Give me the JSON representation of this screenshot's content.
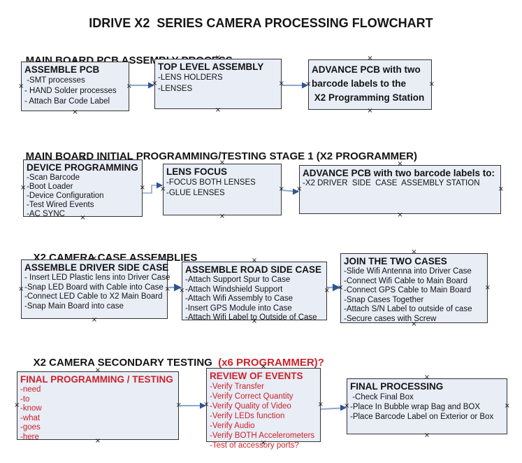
{
  "title": "IDRIVE X2  SERIES CAMERA PROCESSING FLOWCHART",
  "colors": {
    "box_fill": "#e8edf6",
    "box_border": "#333333",
    "red": "#cb2229",
    "text": "#141414",
    "line": "#8ea6ca",
    "head": "#2d5496"
  },
  "sections": [
    {
      "header": "MAIN BOARD PCB ASSEMBLY PROCESS",
      "boxes": [
        {
          "title": "ASSEMBLE PCB",
          "items": [
            " -SMT processes",
            "- HAND Solder processes",
            "- Attach Bar Code Label"
          ]
        },
        {
          "title": "TOP LEVEL ASSEMBLY",
          "items": [
            "-LENS HOLDERS",
            "-LENSES"
          ]
        },
        {
          "title": "",
          "items": [
            "ADVANCE PCB with two",
            "barcode labels to the",
            " X2 Programming Station"
          ]
        }
      ]
    },
    {
      "header": "MAIN BOARD INITIAL PROGRAMMING/TESTING STAGE 1 (X2 PROGRAMMER)",
      "boxes": [
        {
          "title": "DEVICE PROGRAMMING",
          "items": [
            "-Scan Barcode",
            "-Boot Loader",
            "-Device Configuration",
            "-Test Wired Events",
            "-AC SYNC"
          ]
        },
        {
          "title": "LENS FOCUS",
          "items": [
            "-FOCUS BOTH LENSES",
            "-GLUE LENSES"
          ]
        },
        {
          "title": "ADVANCE PCB with two barcode labels to:",
          "items": [
            "-X2 DRIVER  SIDE  CASE  ASSEMBLY STATION"
          ]
        }
      ]
    },
    {
      "header": "X2 CAMERA CASE ASSEMBLIES",
      "boxes": [
        {
          "title": "ASSEMBLE DRIVER SIDE CASE",
          "items": [
            "- Insert LED Plastic lens into Driver Case",
            "-Snap LED Board with Cable into Case",
            "-Connect LED Cable to X2 Main Board",
            "-Snap Main Board into case"
          ]
        },
        {
          "title": "ASSEMBLE ROAD SIDE CASE",
          "items": [
            "-Attach Support Spur to Case",
            "-Attach Windshield Support",
            "-Attach Wifi Assembly to Case",
            "-Insert GPS Module into Case",
            "-Attach Wifi Label to Outside of Case"
          ]
        },
        {
          "title": "JOIN THE TWO CASES",
          "items": [
            "-Slide Wifi Antenna into Driver Case",
            "-Connect Wifi Cable to Main Board",
            "-Connect GPS Cable to Main Board",
            "-Snap Cases Together",
            "-Attach S/N Label to outside of case",
            "-Secure cases with Screw"
          ]
        }
      ]
    },
    {
      "header": "X2 CAMERA SECONDARY TESTING  ",
      "header_suffix": "(x6 PROGRAMMER)?",
      "boxes": [
        {
          "title": "FINAL PROGRAMMING / TESTING",
          "items": [
            "-need",
            "-to",
            "-know",
            "-what",
            "-goes",
            "-here"
          ]
        },
        {
          "title": "REVIEW OF EVENTS",
          "items": [
            "-Verify Transfer",
            "-Verify Correct Quantity",
            "-Verify Quality of Video",
            "-Verify LEDs function",
            "-Verify Audio",
            "-Verify BOTH Accelerometers",
            "-Test of accessory ports?"
          ]
        },
        {
          "title": "FINAL PROCESSING",
          "items": [
            " -Check Final Box",
            "-Place In Bubble wrap Bag and BOX",
            "-Place Barcode Label on Exterior or Box"
          ]
        }
      ]
    }
  ]
}
